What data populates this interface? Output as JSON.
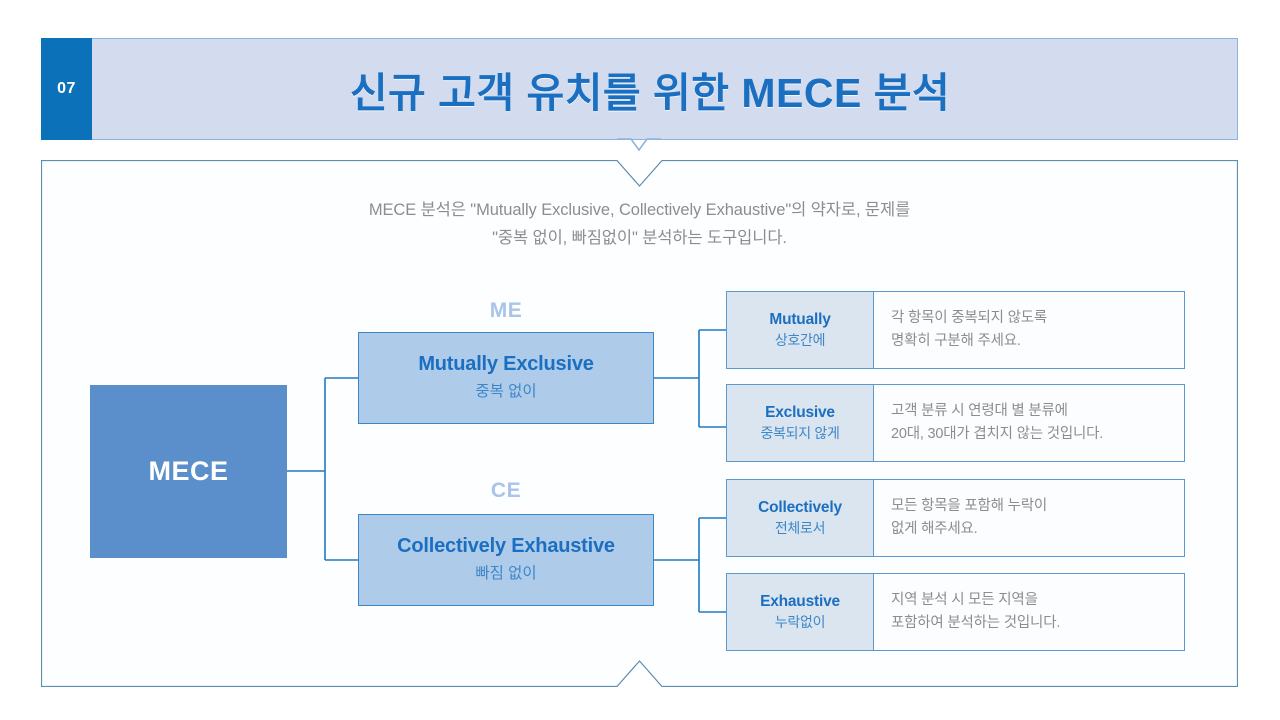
{
  "header": {
    "number": "07",
    "title": "신규 고객 유치를 위한 MECE 분석"
  },
  "intro": {
    "line1": "MECE 분석은 \"Mutually Exclusive, Collectively Exhaustive\"의 약자로, 문제를",
    "line2": "\"중복 없이, 빠짐없이\" 분석하는 도구입니다."
  },
  "diagram": {
    "root": {
      "label": "MECE"
    },
    "branches": [
      {
        "tag": "ME",
        "title_en": "Mutually Exclusive",
        "title_ko": "중복 없이"
      },
      {
        "tag": "CE",
        "title_en": "Collectively Exhaustive",
        "title_ko": "빠짐 없이"
      }
    ],
    "details": [
      {
        "en": "Mutually",
        "ko": "상호간에",
        "desc_line1": "각 항목이 중복되지 않도록",
        "desc_line2": "명확히 구분해 주세요."
      },
      {
        "en": "Exclusive",
        "ko": "중복되지 않게",
        "desc_line1": "고객 분류 시 연령대 별 분류에",
        "desc_line2": "20대, 30대가 겹치지 않는 것입니다."
      },
      {
        "en": "Collectively",
        "ko": "전체로서",
        "desc_line1": "모든 항목을 포함해 누락이",
        "desc_line2": "없게 해주세요."
      },
      {
        "en": "Exhaustive",
        "ko": "누락없이",
        "desc_line1": "지역 분석 시 모든 지역을",
        "desc_line2": "포함하여 분석하는 것입니다."
      }
    ]
  },
  "colors": {
    "badge_blue": "#0b72ba",
    "header_fill": "#d3dcee",
    "title_blue": "#1b6fc0",
    "root_fill": "#5b8fcb",
    "branch_fill": "#afcbea",
    "detail_label_fill": "#dbe5f0",
    "line_blue": "#3d87c9",
    "body_text_gray": "#8d8d8d"
  }
}
